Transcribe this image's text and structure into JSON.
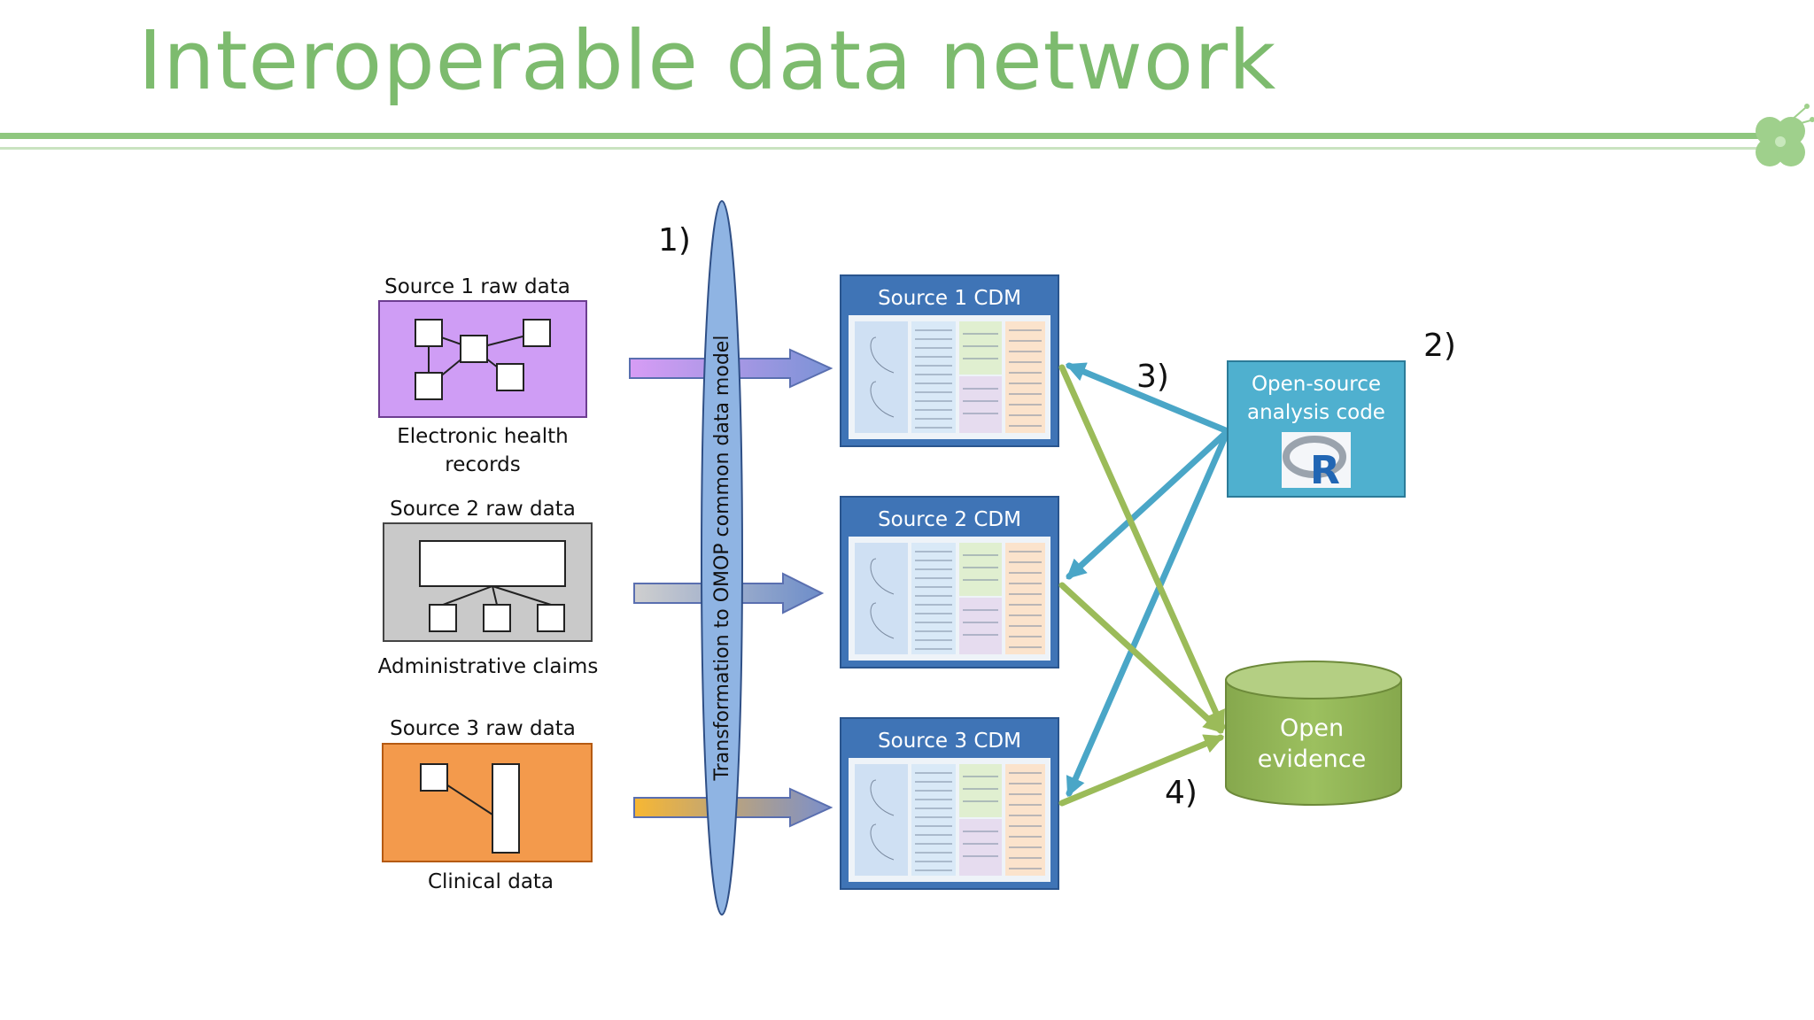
{
  "slide": {
    "title": "Interoperable data network"
  },
  "sources": [
    {
      "header": "Source 1 raw data",
      "caption_line1": "Electronic health",
      "caption_line2": "records",
      "color": "#cf9df5"
    },
    {
      "header": "Source 2 raw data",
      "caption_line1": "Administrative claims",
      "caption_line2": "",
      "color": "#c9c9c9"
    },
    {
      "header": "Source 3 raw data",
      "caption_line1": "Clinical data",
      "caption_line2": "",
      "color": "#f39a4c"
    }
  ],
  "transformation_label": "Transformation to OMOP common data model",
  "cdms": [
    {
      "title": "Source 1 CDM"
    },
    {
      "title": "Source 2 CDM"
    },
    {
      "title": "Source 3 CDM"
    }
  ],
  "analysis": {
    "line1": "Open-source",
    "line2": "analysis code",
    "logo_letter": "R"
  },
  "evidence": {
    "line1": "Open",
    "line2": "evidence"
  },
  "steps": {
    "step1": "1)",
    "step2": "2)",
    "step3": "3)",
    "step4": "4)"
  },
  "colors": {
    "title_green": "#7dbb6e",
    "cdm_blue": "#3f74b6",
    "analysis_teal": "#4fb0cf",
    "evidence_green": "#92b35a",
    "arrow_blue": "#4aa6c7",
    "arrow_green": "#9bbb59",
    "ellipse_blue": "#8fb4e3"
  }
}
